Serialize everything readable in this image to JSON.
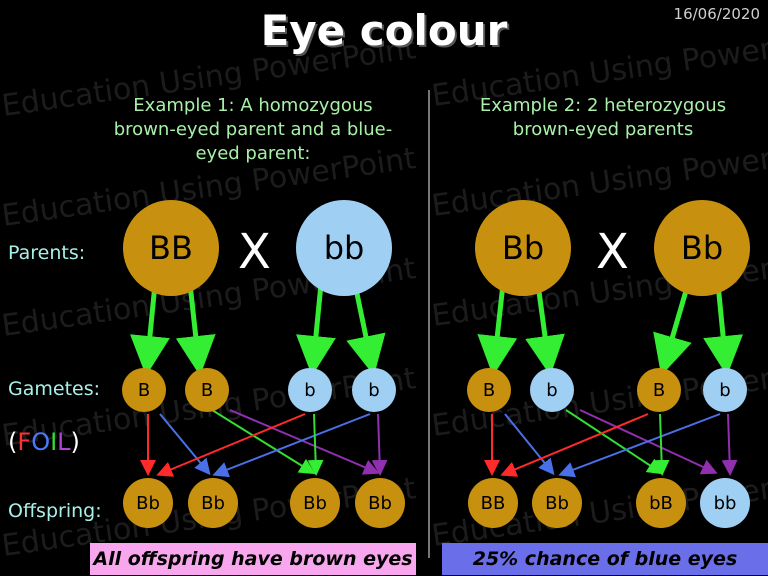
{
  "date": "16/06/2020",
  "title": "Eye colour",
  "watermark": "Education Using PowerPoint",
  "labels": {
    "parents": "Parents:",
    "gametes": "Gametes:",
    "offspring": "Offspring:",
    "foil": {
      "open": "(",
      "f": "F",
      "o": "O",
      "i": "I",
      "l": "L",
      "close": ")"
    }
  },
  "example1": {
    "heading": [
      "Example 1: A homozygous",
      "brown-eyed parent and a blue-",
      "eyed parent:"
    ],
    "parent1": "BB",
    "parent2": "bb",
    "cross": "X",
    "gametes": [
      "B",
      "B",
      "b",
      "b"
    ],
    "offspring": [
      "Bb",
      "Bb",
      "Bb",
      "Bb"
    ],
    "result": "All offspring have brown eyes"
  },
  "example2": {
    "heading": [
      "Example 2: 2 heterozygous",
      "brown-eyed parents"
    ],
    "parent1": "Bb",
    "parent2": "Bb",
    "cross": "X",
    "gametes": [
      "B",
      "b",
      "B",
      "b"
    ],
    "offspring": [
      "BB",
      "Bb",
      "bB",
      "bb"
    ],
    "result": "25% chance of blue eyes"
  },
  "colors": {
    "brown": "#c8900f",
    "blue": "#9fd0f3",
    "arrow": "#33ee33"
  }
}
